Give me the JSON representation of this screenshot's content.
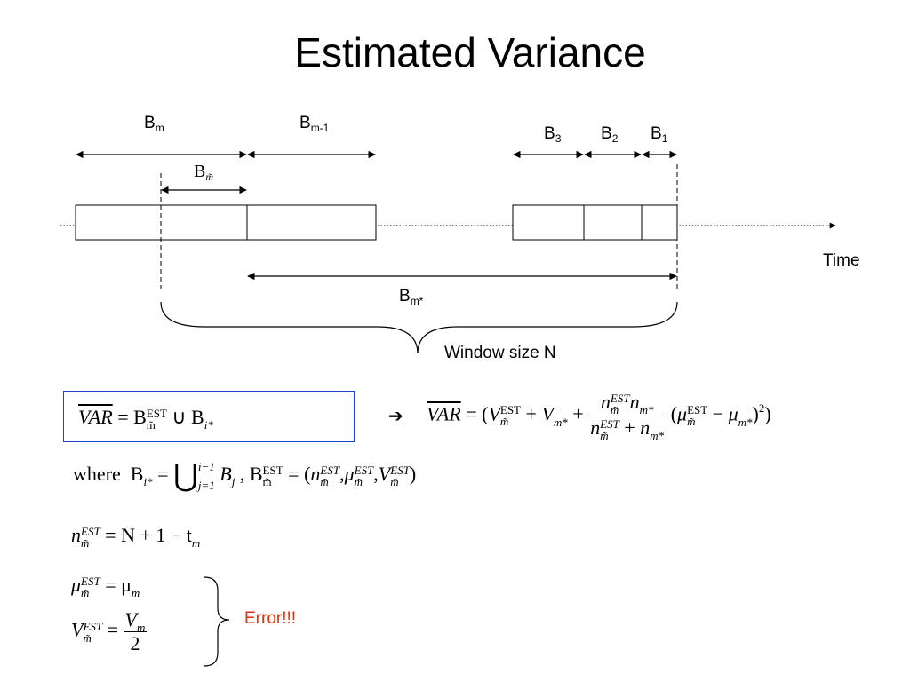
{
  "slide": {
    "title": "Estimated Variance"
  },
  "diagram": {
    "labels": {
      "bm": {
        "base": "B",
        "sub": "m"
      },
      "bm1": {
        "base": "B",
        "sub": "m-1"
      },
      "b3": {
        "base": "B",
        "sub": "3"
      },
      "b2": {
        "base": "B",
        "sub": "2"
      },
      "b1": {
        "base": "B",
        "sub": "1"
      },
      "bmtilde": {
        "base": "B",
        "sub": "m̃"
      },
      "bmstar": {
        "base": "B",
        "sub": "m*"
      },
      "time": "Time",
      "window": "Window size N"
    }
  },
  "formulas": {
    "boxed": {
      "lhs": "VAR",
      "eq": "=",
      "b": "B",
      "est": "EST",
      "mtilde": "m̃",
      "union": "∪",
      "istar": "i*"
    },
    "arrow_glyph": "➔",
    "rhs": {
      "lhs": "VAR",
      "eq": "=",
      "open": "(",
      "V": "V",
      "est": "EST",
      "mtilde": "m̃",
      "plus": "+",
      "mstar": "m*",
      "n": "n",
      "mu": "μ",
      "minus": "−",
      "close": ")",
      "sq": "2"
    },
    "where": {
      "word": "where",
      "b": "B",
      "istar": "i*",
      "eq": "=",
      "bigunion": "⋃",
      "upper": "i−1",
      "lower": "j=1",
      "bj": "B",
      "j": "j",
      "comma": ",",
      "est": "EST",
      "mtilde": "m̃",
      "tuple_open": "(",
      "tuple_close": ")"
    },
    "n_line": {
      "lhs": "n",
      "est": "EST",
      "mtilde": "m̃",
      "rhs": "= N + 1 − t",
      "m": "m"
    },
    "mu_line": {
      "lhs": "μ",
      "est": "EST",
      "mtilde": "m̃",
      "rhs": "= μ",
      "m": "m"
    },
    "v_line": {
      "lhs": "V",
      "est": "EST",
      "mtilde": "m̃",
      "eq": "=",
      "num": "V",
      "num_sub": "m",
      "den": "2"
    },
    "error": "Error!!!"
  },
  "colors": {
    "box_border": "#1f3fd0",
    "error": "#e03010"
  }
}
